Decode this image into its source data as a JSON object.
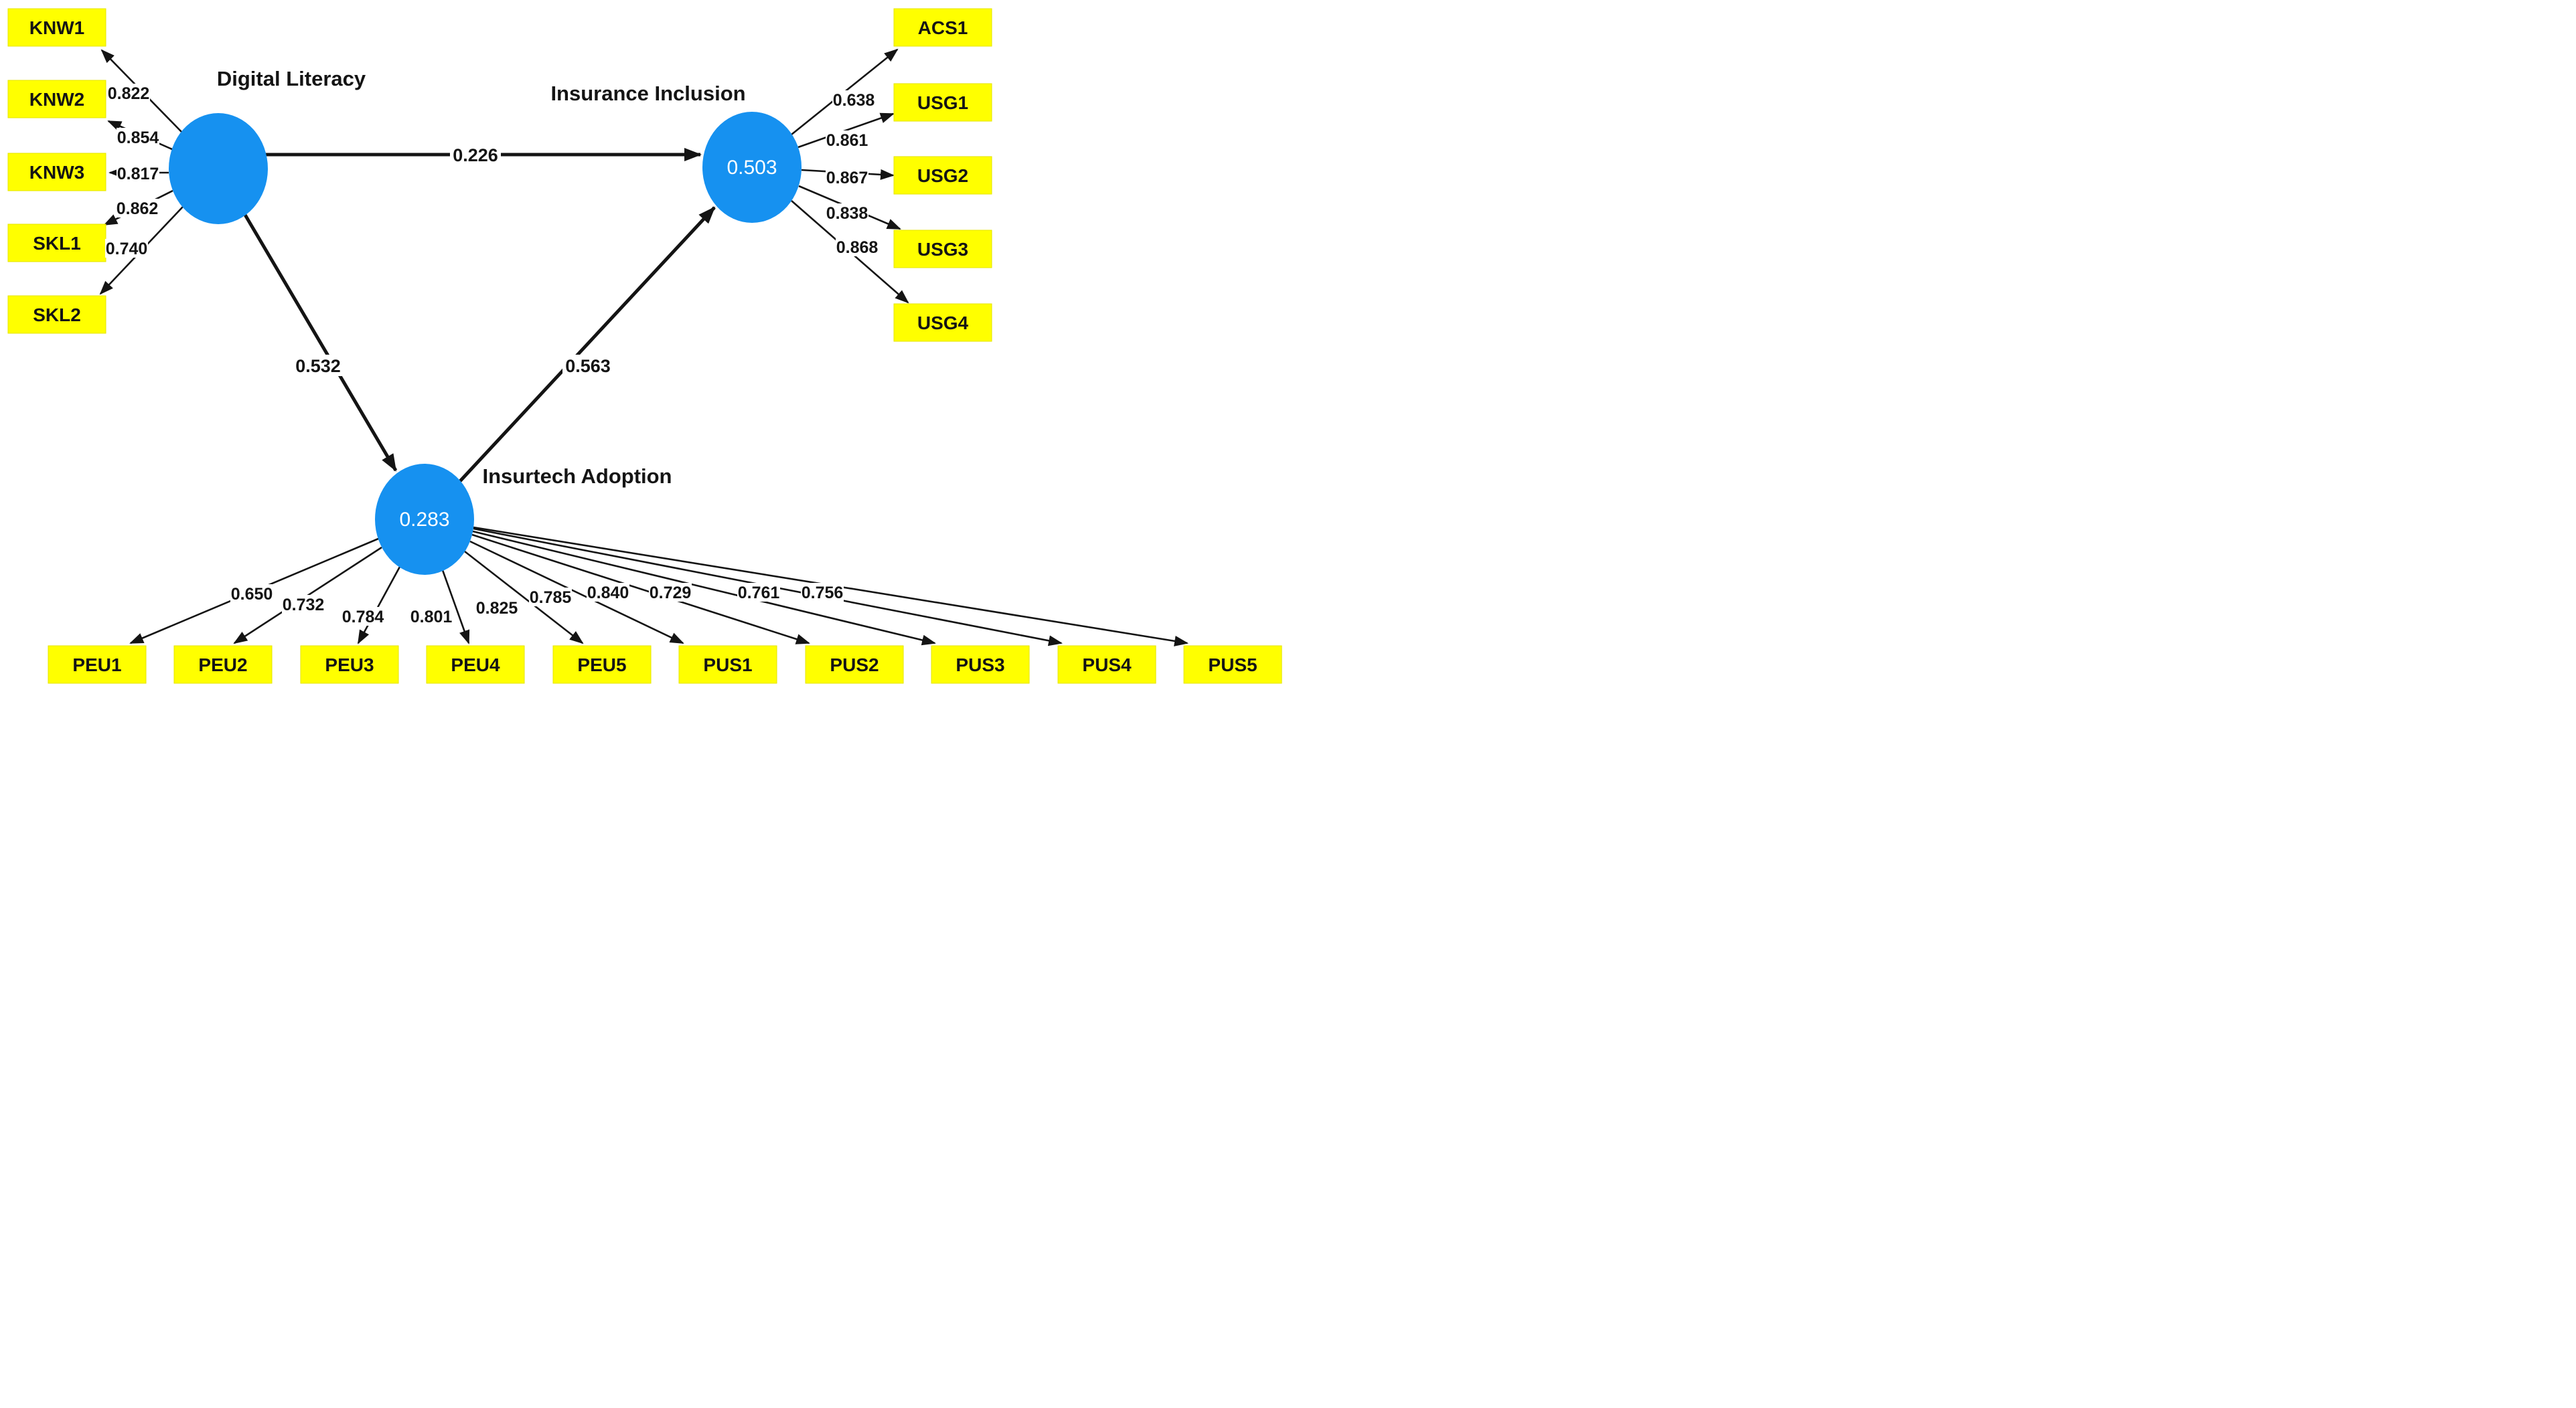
{
  "figure": {
    "type": "pls-sem-path-model",
    "colors": {
      "background": "#ffffff",
      "indicator_fill": "#ffff00",
      "construct_fill": "#1691f0",
      "construct_value_text": "#ffffff",
      "line": "#141414",
      "label_text": "#141414"
    },
    "constructs": {
      "digital_literacy": {
        "label": "Digital Literacy",
        "value": ""
      },
      "insurance_inclusion": {
        "label": "Insurance Inclusion",
        "value": "0.503"
      },
      "insurtech_adoption": {
        "label": "Insurtech Adoption",
        "value": "0.283"
      }
    },
    "structural_paths": [
      {
        "from": "Digital Literacy",
        "to": "Insurance Inclusion",
        "coefficient": "0.226"
      },
      {
        "from": "Digital Literacy",
        "to": "Insurtech Adoption",
        "coefficient": "0.532"
      },
      {
        "from": "Insurtech Adoption",
        "to": "Insurance Inclusion",
        "coefficient": "0.563"
      }
    ],
    "measurement": {
      "digital_literacy": [
        {
          "indicator": "KNW1",
          "loading": "0.822"
        },
        {
          "indicator": "KNW2",
          "loading": "0.854"
        },
        {
          "indicator": "KNW3",
          "loading": "0.817"
        },
        {
          "indicator": "SKL1",
          "loading": "0.862"
        },
        {
          "indicator": "SKL2",
          "loading": "0.740"
        }
      ],
      "insurance_inclusion": [
        {
          "indicator": "ACS1",
          "loading": "0.638"
        },
        {
          "indicator": "USG1",
          "loading": "0.861"
        },
        {
          "indicator": "USG2",
          "loading": "0.867"
        },
        {
          "indicator": "USG3",
          "loading": "0.838"
        },
        {
          "indicator": "USG4",
          "loading": "0.868"
        }
      ],
      "insurtech_adoption": [
        {
          "indicator": "PEU1",
          "loading": "0.650"
        },
        {
          "indicator": "PEU2",
          "loading": "0.732"
        },
        {
          "indicator": "PEU3",
          "loading": "0.784"
        },
        {
          "indicator": "PEU4",
          "loading": "0.801"
        },
        {
          "indicator": "PEU5",
          "loading": "0.825"
        },
        {
          "indicator": "PUS1",
          "loading": "0.785"
        },
        {
          "indicator": "PUS2",
          "loading": "0.840"
        },
        {
          "indicator": "PUS3",
          "loading": "0.729"
        },
        {
          "indicator": "PUS4",
          "loading": "0.761"
        },
        {
          "indicator": "PUS5",
          "loading": "0.756"
        }
      ]
    }
  }
}
